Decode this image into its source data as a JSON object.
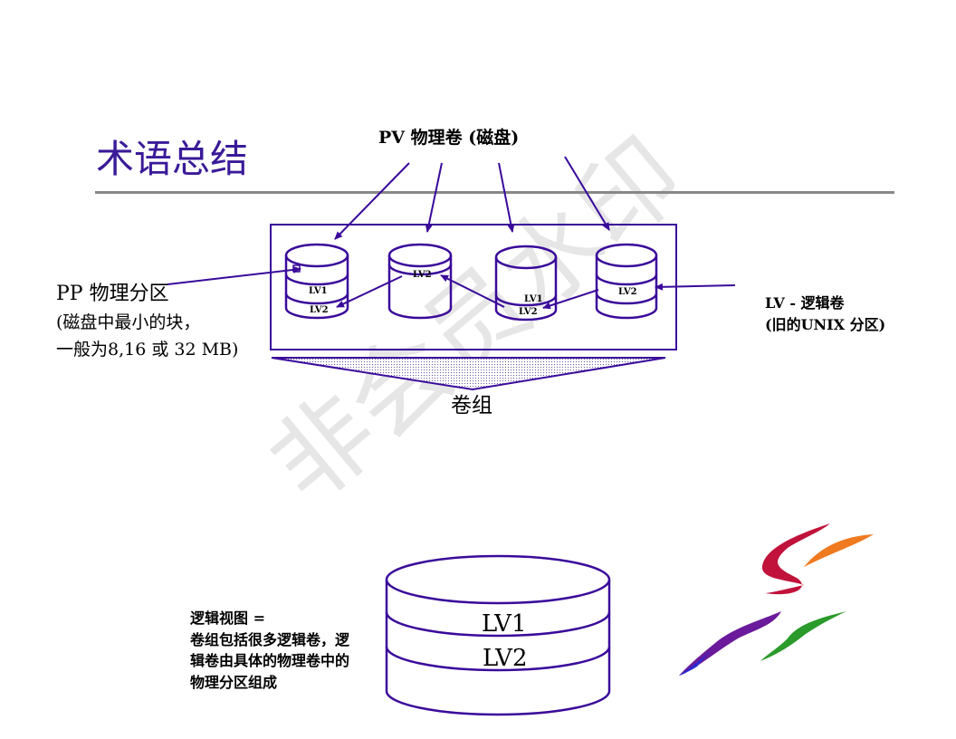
{
  "title": "术语总结",
  "pv_label": "PV 物理卷 (磁盘)",
  "pp_label": {
    "line1": "PP 物理分区",
    "line2": "(磁盘中最小的块，",
    "line3": "一般为8,16 或 32 MB)"
  },
  "lv_label": {
    "line1": "LV - 逻辑卷",
    "line2": "(旧的UNIX 分区)"
  },
  "volume_group_label": "卷组",
  "disks": [
    {
      "labels": [
        "LV1",
        "LV2"
      ]
    },
    {
      "labels": [
        "LV2"
      ]
    },
    {
      "labels": [
        "LV1",
        "LV2"
      ]
    },
    {
      "labels": [
        "LV2"
      ]
    }
  ],
  "logical_view": {
    "line1": "逻辑视图 =",
    "line2": "卷组包括很多逻辑卷，逻",
    "line3": "辑卷由具体的物理卷中的",
    "line4": "物理分区组成"
  },
  "big_disk": {
    "lv1": "LV1",
    "lv2": "LV2"
  },
  "watermark": "非会员水印",
  "colors": {
    "accent": "#3a0a9a",
    "title": "#3a1a98",
    "rule": "#888888"
  }
}
